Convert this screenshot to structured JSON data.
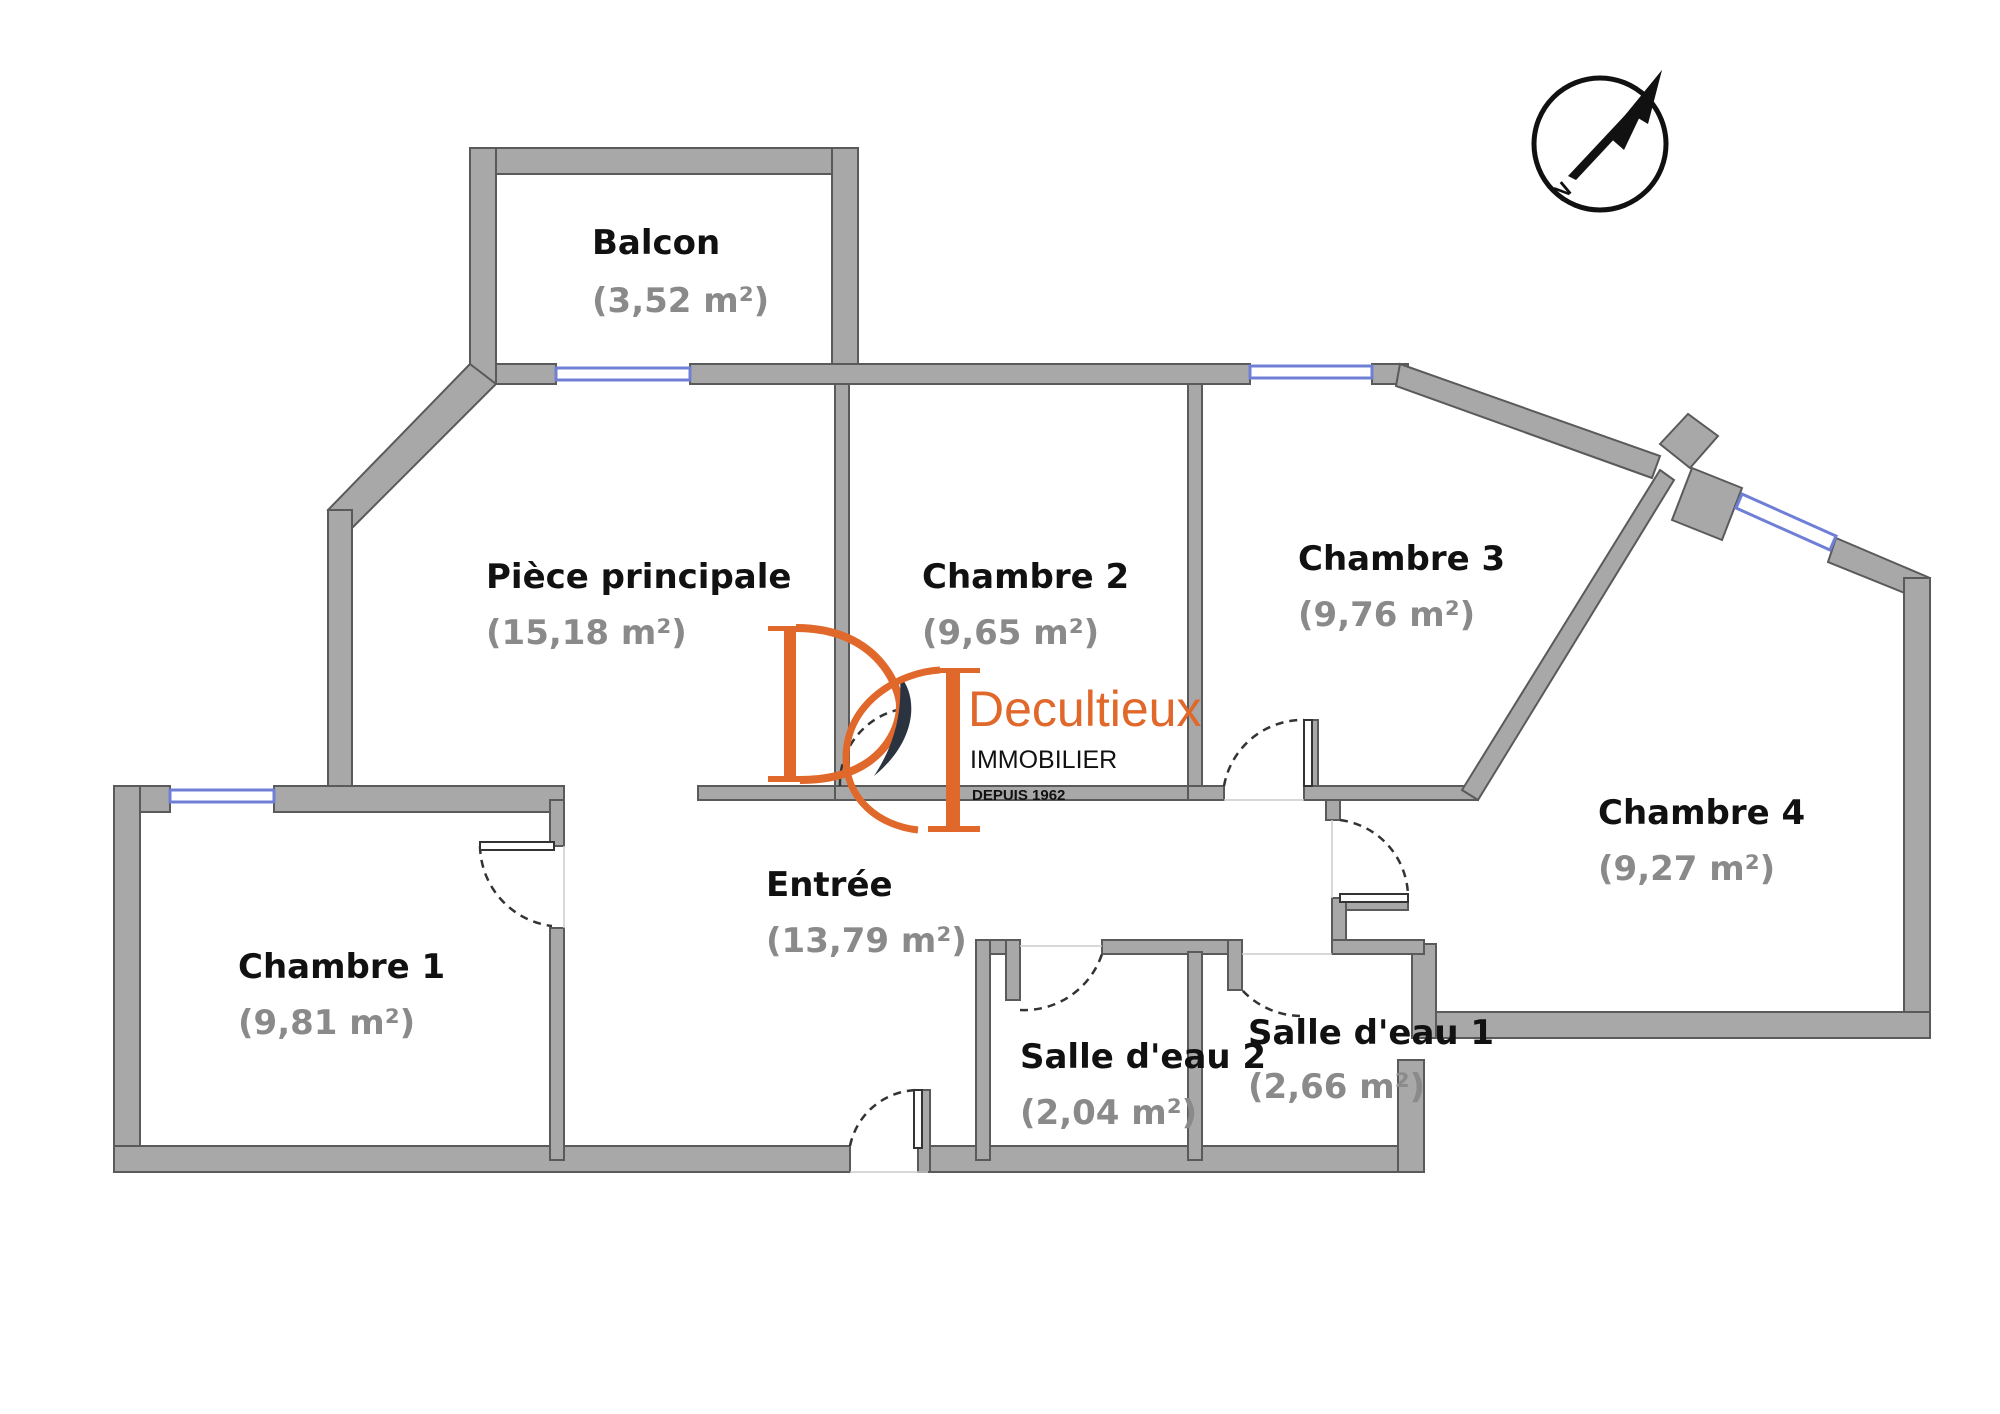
{
  "rooms": [
    {
      "id": "balcon",
      "name": "Balcon",
      "area": "(3,52 m²)"
    },
    {
      "id": "piece-principale",
      "name": "Pièce principale",
      "area": "(15,18 m²)"
    },
    {
      "id": "chambre-2",
      "name": "Chambre 2",
      "area": "(9,65 m²)"
    },
    {
      "id": "chambre-3",
      "name": "Chambre 3",
      "area": "(9,76 m²)"
    },
    {
      "id": "chambre-4",
      "name": "Chambre 4",
      "area": "(9,27 m²)"
    },
    {
      "id": "chambre-1",
      "name": "Chambre 1",
      "area": "(9,81 m²)"
    },
    {
      "id": "entree",
      "name": "Entrée",
      "area": "(13,79 m²)"
    },
    {
      "id": "salle-deau-2",
      "name": "Salle d'eau 2",
      "area": "(2,04 m²)"
    },
    {
      "id": "salle-deau-1",
      "name": "Salle d'eau 1",
      "area": "(2,66 m²)"
    }
  ],
  "logo": {
    "name": "Decultieux",
    "subtitle": "IMMOBILIER",
    "since": "DEPUIS 1962",
    "accent_color": "#e0682b",
    "dark_color": "#2b3340"
  },
  "compass": {
    "label": "N"
  },
  "colors": {
    "wall": "#a8a8a8",
    "wall_stroke": "#5a5a5a",
    "window": "#6f7fd6"
  }
}
